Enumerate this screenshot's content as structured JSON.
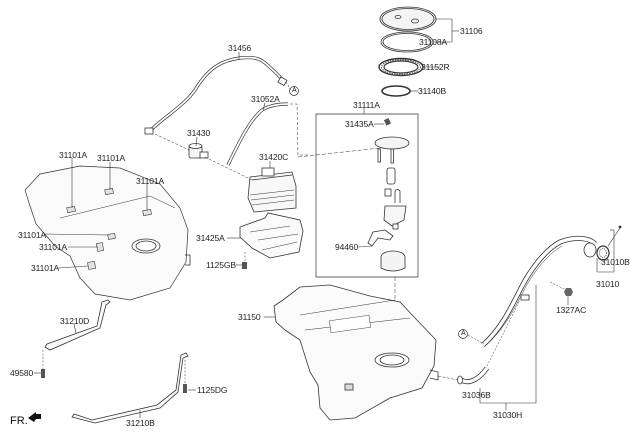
{
  "diagram": {
    "title": "Fuel Tank & Fuel Pump Assembly Parts Diagram",
    "direction_marker": "FR.",
    "reference_callout": "A",
    "parts": [
      {
        "id": "p31106",
        "label": "31106"
      },
      {
        "id": "p31108a",
        "label": "31108A"
      },
      {
        "id": "p31152r",
        "label": "31152R"
      },
      {
        "id": "p31140b",
        "label": "31140B"
      },
      {
        "id": "p31456",
        "label": "31456"
      },
      {
        "id": "p31052a",
        "label": "31052A"
      },
      {
        "id": "p31430",
        "label": "31430"
      },
      {
        "id": "p31420c",
        "label": "31420C"
      },
      {
        "id": "p31111a",
        "label": "31111A"
      },
      {
        "id": "p31435a",
        "label": "31435A"
      },
      {
        "id": "p94460",
        "label": "94460"
      },
      {
        "id": "p31425a",
        "label": "31425A"
      },
      {
        "id": "p1125gb",
        "label": "1125GB"
      },
      {
        "id": "p31101a_1",
        "label": "31101A"
      },
      {
        "id": "p31101a_2",
        "label": "31101A"
      },
      {
        "id": "p31101a_3",
        "label": "31101A"
      },
      {
        "id": "p31101a_4",
        "label": "31101A"
      },
      {
        "id": "p31101a_5",
        "label": "31101A"
      },
      {
        "id": "p31101a_6",
        "label": "31101A"
      },
      {
        "id": "p31150",
        "label": "31150"
      },
      {
        "id": "p31210d",
        "label": "31210D"
      },
      {
        "id": "p49580",
        "label": "49580"
      },
      {
        "id": "p31210b",
        "label": "31210B"
      },
      {
        "id": "p1125dg",
        "label": "1125DG"
      },
      {
        "id": "p31010b",
        "label": "31010B"
      },
      {
        "id": "p31010",
        "label": "31010"
      },
      {
        "id": "p1327ac",
        "label": "1327AC"
      },
      {
        "id": "p31036b",
        "label": "31036B"
      },
      {
        "id": "p31030h",
        "label": "31030H"
      }
    ]
  }
}
